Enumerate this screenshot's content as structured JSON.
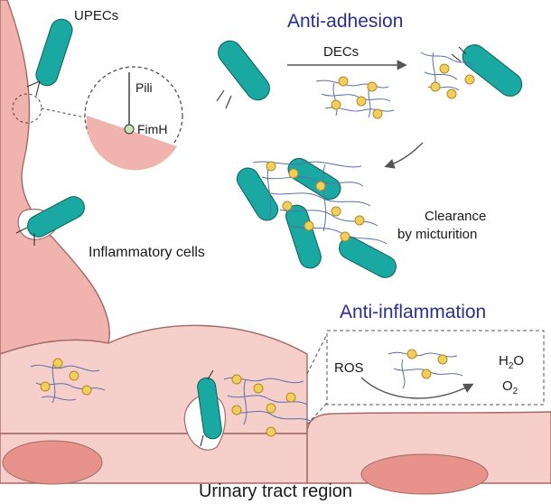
{
  "labels": {
    "upecs": "UPECs",
    "anti_adhesion": "Anti-adhesion",
    "decs": "DECs",
    "pili": "Pili",
    "fimh": "FimH",
    "inflammatory_cells": "Inflammatory cells",
    "clearance_line1": "Clearance",
    "clearance_line2": "by micturition",
    "anti_inflammation": "Anti-inflammation",
    "ros": "ROS",
    "h2o_main": "H",
    "h2o_sub": "2",
    "h2o_tail": "O",
    "o2_main": "O",
    "o2_sub": "2",
    "region": "Urinary tract region"
  },
  "colors": {
    "bacteria": "#1aa8a2",
    "bacteria_edge": "#0f5f5c",
    "tissue_light": "#f6cfcb",
    "tissue_mid": "#f0b3ad",
    "tissue_dark": "#e7938b",
    "tissue_edge": "#a46964",
    "nanozyme": "#f2cf5b",
    "nanozyme_edge": "#b08a2a",
    "heading": "#2b2f8f",
    "fimh": "#c9e3b4"
  }
}
